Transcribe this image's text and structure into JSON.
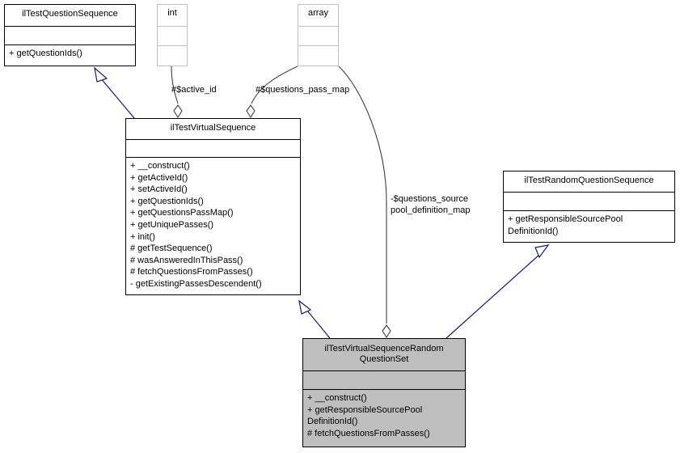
{
  "diagram": {
    "kind": "uml-class-diagram",
    "background": "#ffffff",
    "line_color": "#404040",
    "inheritance_color": "#191970",
    "highlight_fill": "#bfbfbf",
    "type_border": "#bfbfbf"
  },
  "nodes": {
    "question_sequence_interface": {
      "title": "ilTestQuestionSequence",
      "attributes": [],
      "operations": [
        "+ getQuestionIds()"
      ]
    },
    "int_type": {
      "title": "int",
      "attributes": [],
      "operations": []
    },
    "array_type": {
      "title": "array",
      "attributes": [],
      "operations": []
    },
    "virtual_sequence": {
      "title": "ilTestVirtualSequence",
      "attributes": [],
      "operations": [
        "+ __construct()",
        "+ getActiveId()",
        "+ setActiveId()",
        "+ getQuestionIds()",
        "+ getQuestionsPassMap()",
        "+ getUniquePasses()",
        "+ init()",
        "# getTestSequence()",
        "# wasAnsweredInThisPass()",
        "# fetchQuestionsFromPasses()",
        "- getExistingPassesDescendent()"
      ]
    },
    "random_question_sequence": {
      "title": "ilTestRandomQuestionSequence",
      "attributes": [],
      "operations": [
        "+ getResponsibleSourcePool DefinitionId()"
      ]
    },
    "virtual_sequence_random": {
      "title_line_1": "ilTestVirtualSequenceRandom",
      "title_line_2": "QuestionSet",
      "attributes": [],
      "operations": [
        "+ __construct()",
        "+ getResponsibleSourcePool",
        "DefinitionId()",
        "# fetchQuestionsFromPasses()"
      ]
    }
  },
  "edge_labels": {
    "active_id": "#$active_id",
    "questions_pass_map": "#$questions_pass_map",
    "questions_source_pool_line1": "-$questions_source",
    "questions_source_pool_line2": "pool_definition_map"
  }
}
